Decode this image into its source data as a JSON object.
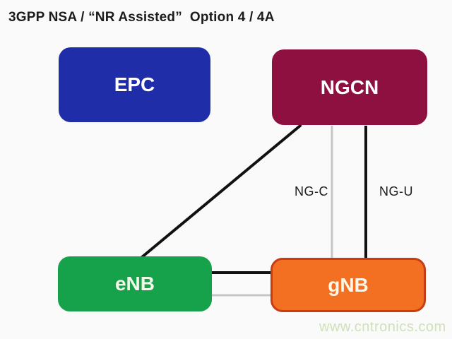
{
  "title": "3GPP NSA / “NR Assisted”  Option 4 / 4A",
  "diagram": {
    "nodes": [
      {
        "id": "epc",
        "label": "EPC",
        "fill": "#1f2da8",
        "text_color": "#ffffff"
      },
      {
        "id": "ngcn",
        "label": "NGCN",
        "fill": "#8e1040",
        "text_color": "#ffffff"
      },
      {
        "id": "enb",
        "label": "eNB",
        "fill": "#16a24b",
        "text_color": "#ffffff"
      },
      {
        "id": "gnb",
        "label": "gNB",
        "fill": "#f37022",
        "border_color": "#c43d15",
        "text_color": "#ffffff"
      }
    ],
    "links": [
      {
        "id": "ngcn-enb-diagonal",
        "from": "NGCN",
        "to": "eNB",
        "label": "",
        "color": "#111111"
      },
      {
        "id": "ng-c",
        "from": "NGCN",
        "to": "gNB",
        "label": "NG-C",
        "color": "#c6c6c8"
      },
      {
        "id": "ng-u",
        "from": "NGCN",
        "to": "gNB",
        "label": "NG-U",
        "color": "#111111"
      },
      {
        "id": "enb-gnb-upper",
        "from": "eNB",
        "to": "gNB",
        "label": "",
        "color": "#111111"
      },
      {
        "id": "enb-gnb-lower",
        "from": "eNB",
        "to": "gNB",
        "label": "",
        "color": "#c6c6c8"
      }
    ]
  },
  "watermark": "www.cntronics.com"
}
